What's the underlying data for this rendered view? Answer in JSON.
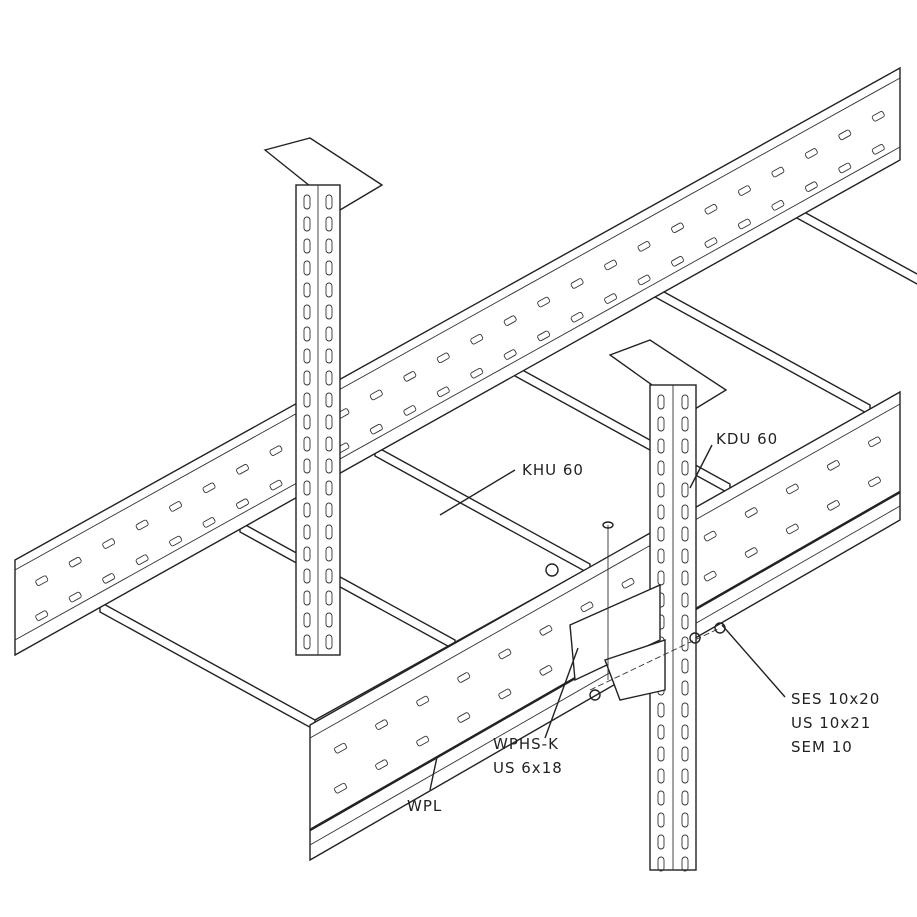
{
  "labels": {
    "khu": "KHU 60",
    "kdu": "KDU 60",
    "ses": "SES 10x20",
    "us_10": "US 10x21",
    "sem": "SEM 10",
    "wphs": "WPHS-K",
    "us_6": "US 6x18",
    "wpl": "WPL"
  }
}
